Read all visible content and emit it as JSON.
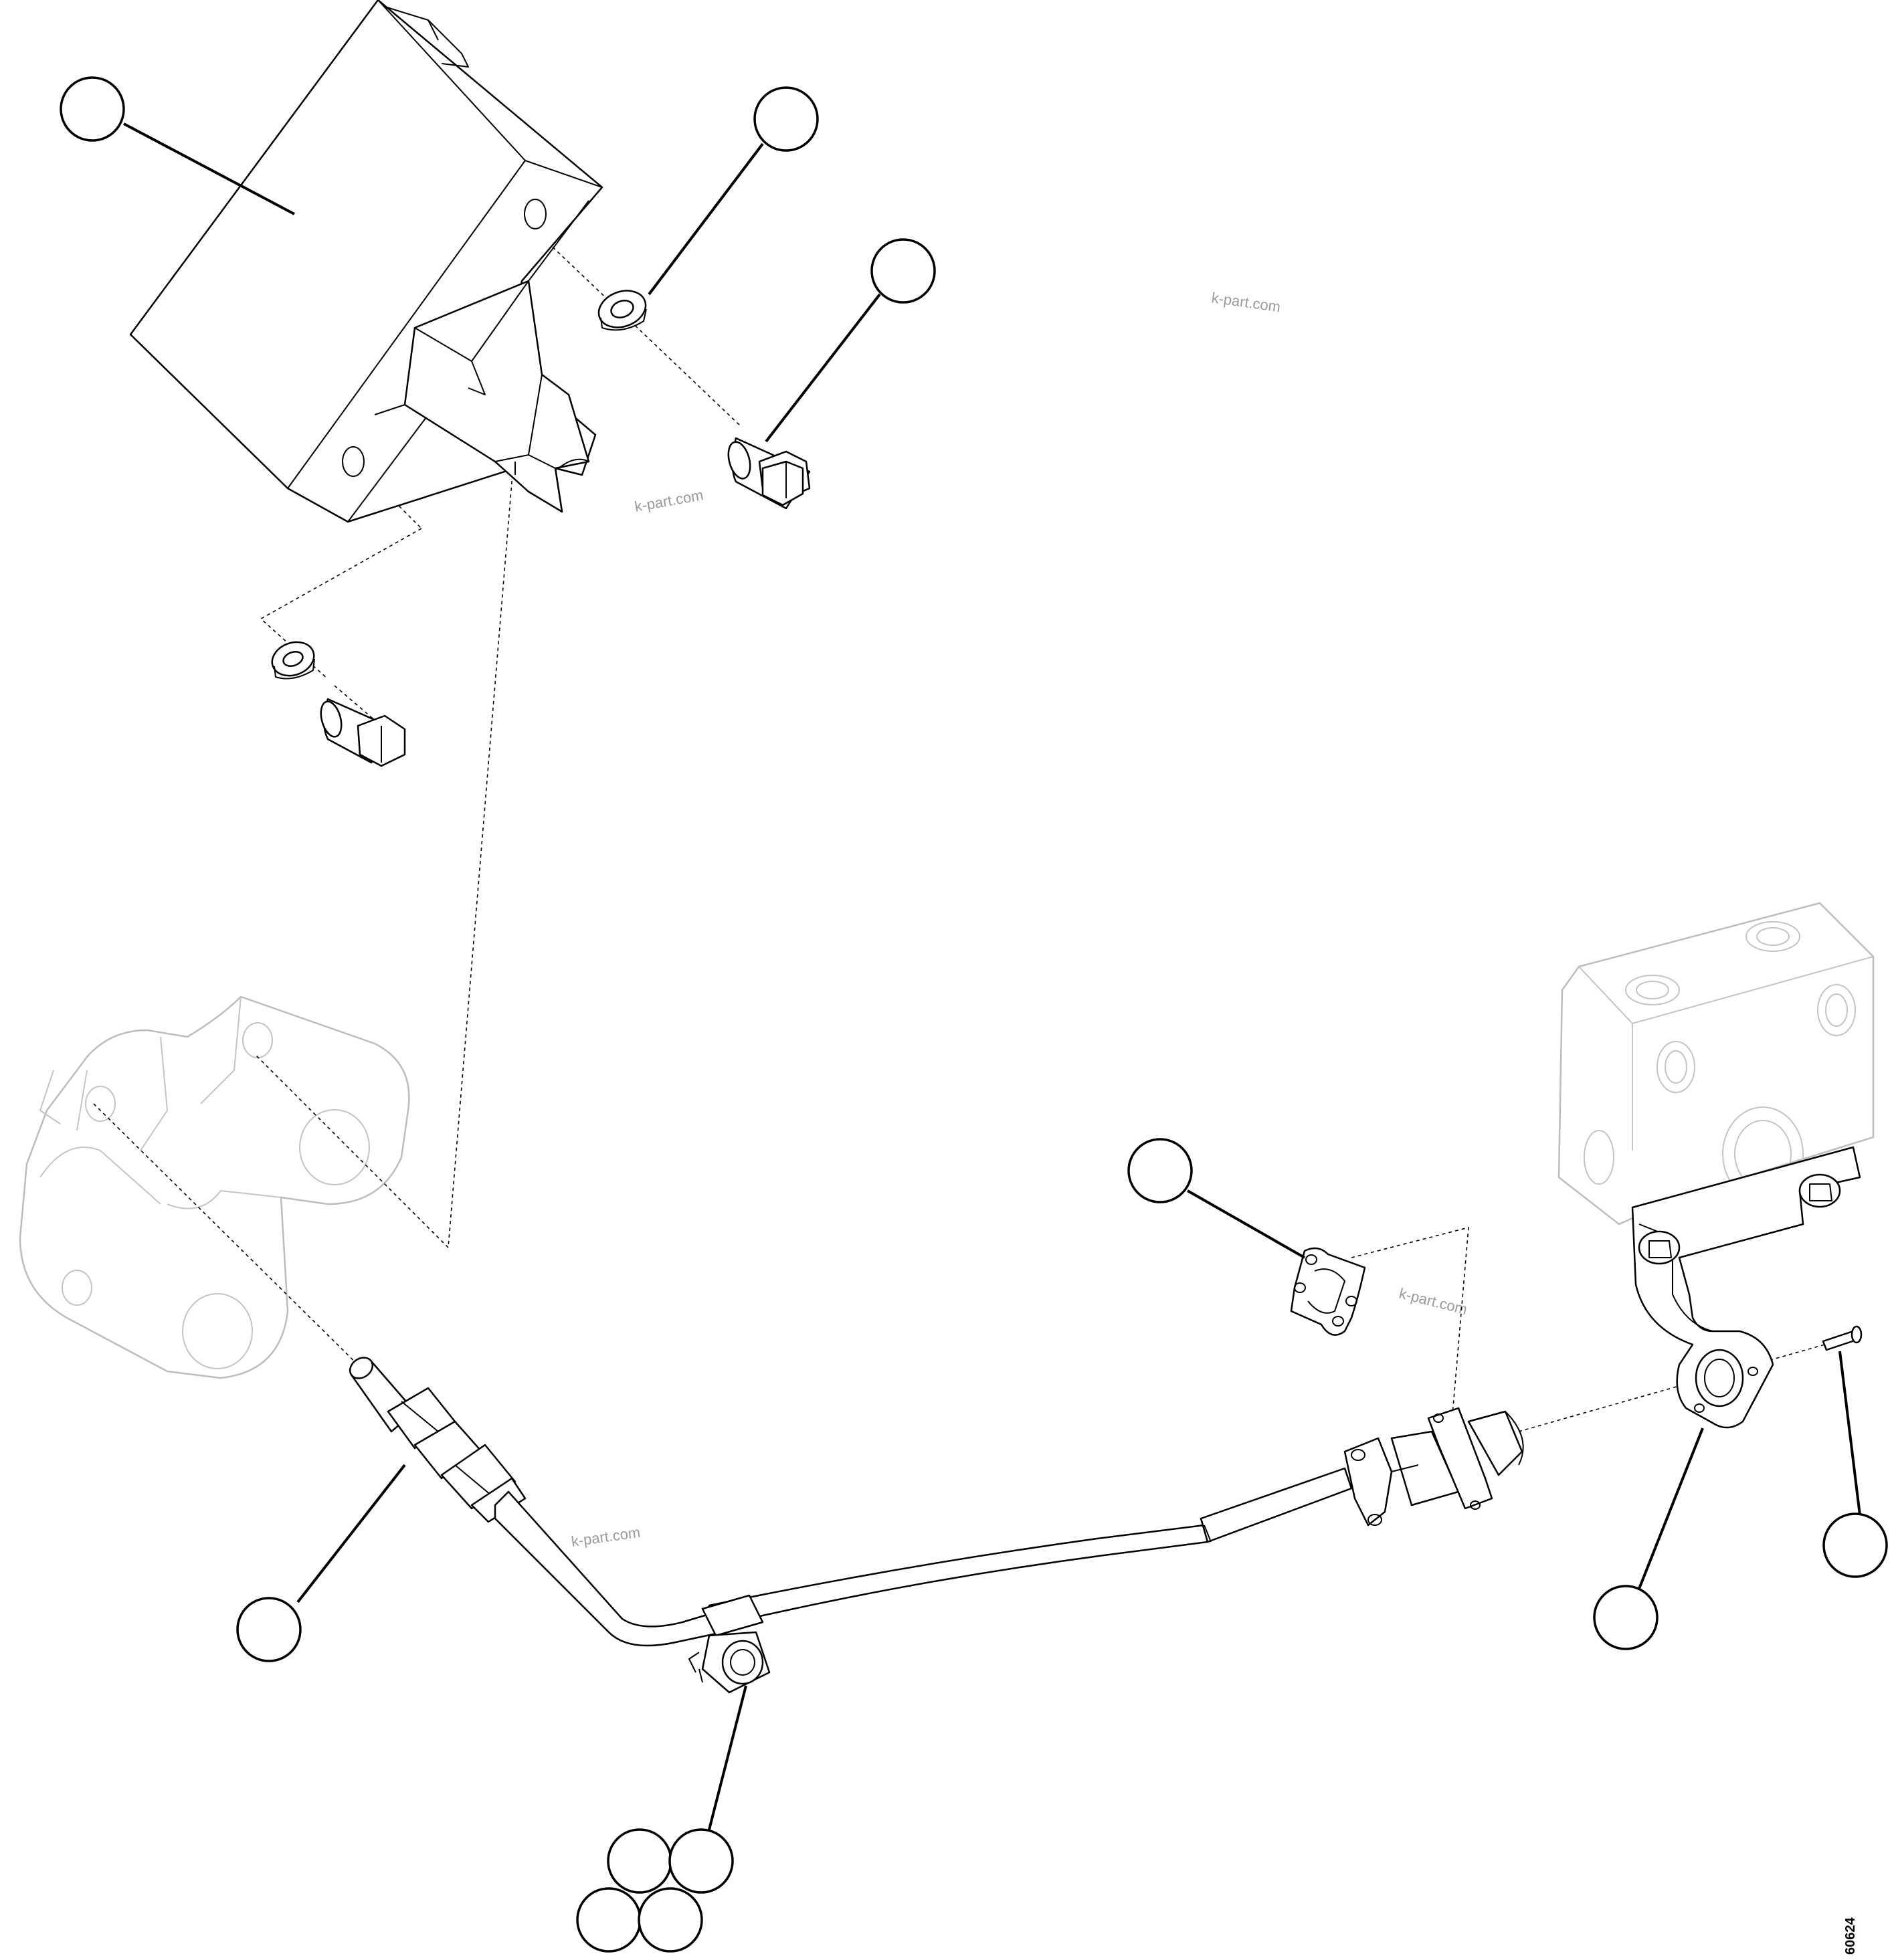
{
  "watermark": {
    "text": "k-part.com"
  },
  "drawing_code": "60624",
  "callouts": [
    {
      "id": "mount-bracket",
      "label": ""
    },
    {
      "id": "lock-washer",
      "label": ""
    },
    {
      "id": "hex-bolt",
      "label": ""
    },
    {
      "id": "clip-plate",
      "label": ""
    },
    {
      "id": "sensor",
      "label": ""
    },
    {
      "id": "clamp-1",
      "label": ""
    },
    {
      "id": "clamp-2",
      "label": ""
    },
    {
      "id": "clamp-3",
      "label": ""
    },
    {
      "id": "clamp-4",
      "label": ""
    },
    {
      "id": "l-bracket",
      "label": ""
    },
    {
      "id": "pin",
      "label": ""
    }
  ]
}
